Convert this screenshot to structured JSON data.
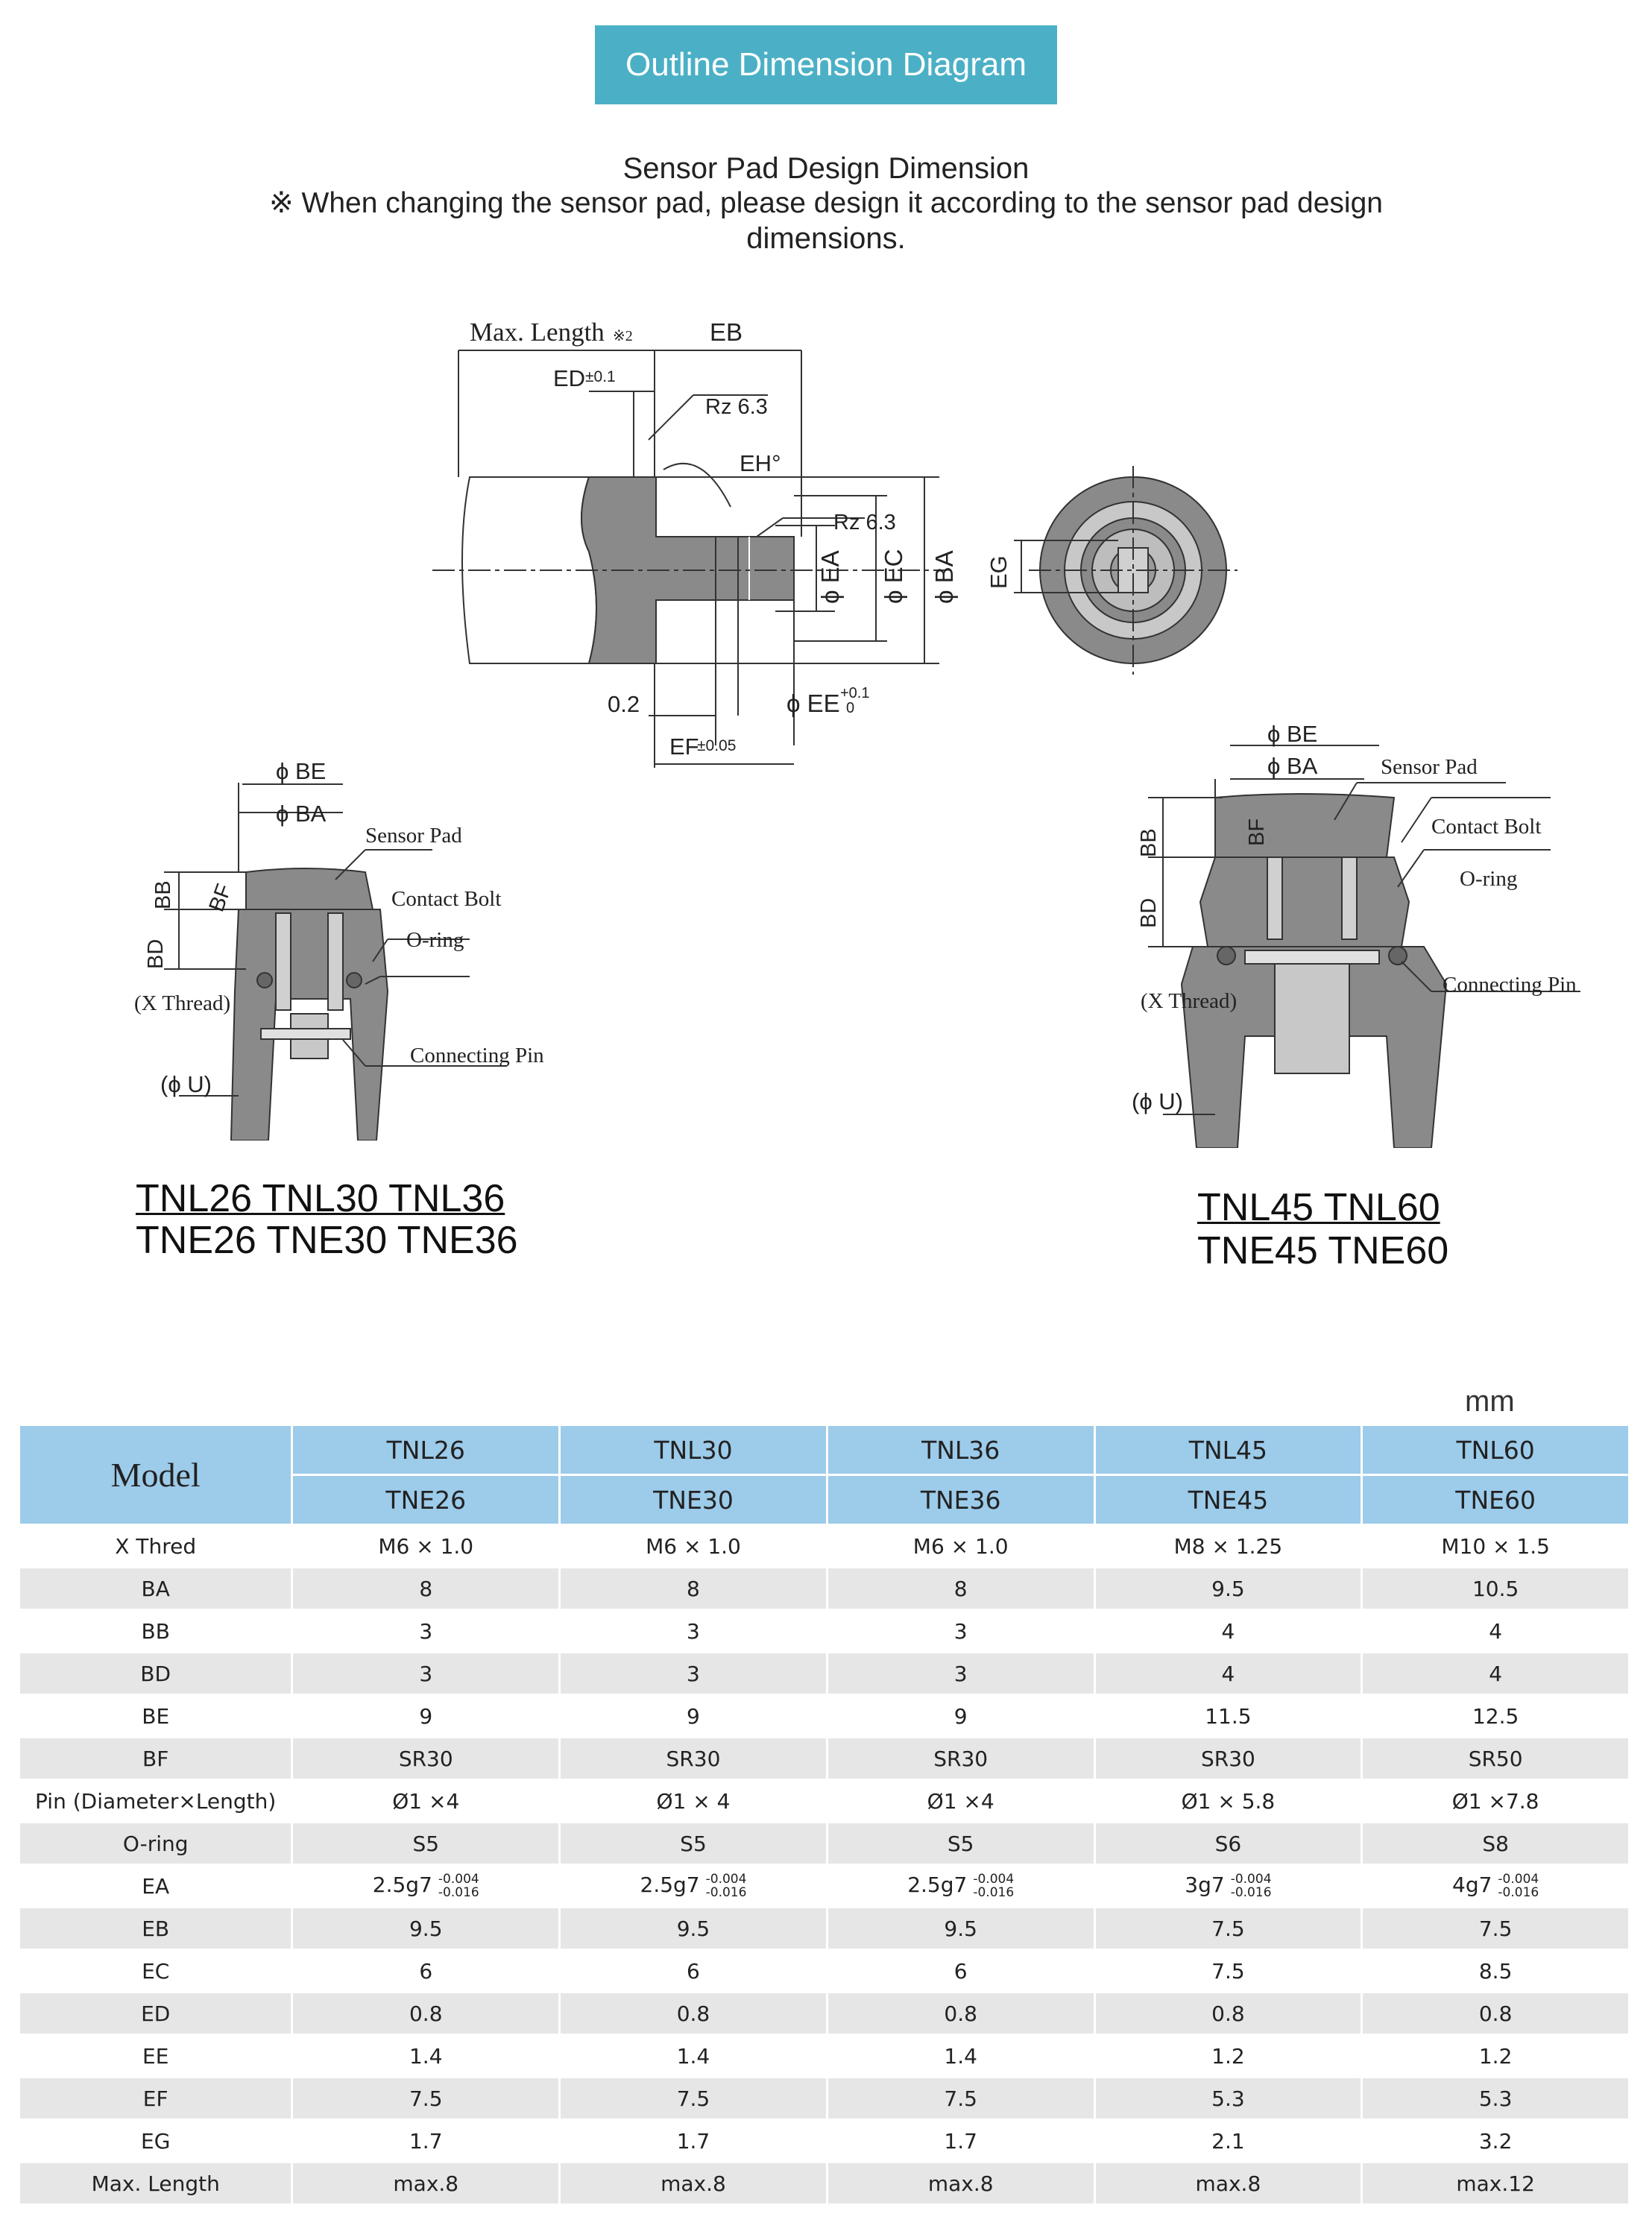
{
  "banner": "Outline Dimension Diagram",
  "subtitle": {
    "line1": "Sensor Pad Design Dimension",
    "line2": "※ When changing the sensor pad, please design it according to the sensor pad design",
    "line3": "dimensions."
  },
  "diagram_top": {
    "max_length": "Max. Length",
    "note2": "※2",
    "eb": "EB",
    "ed": "ED",
    "ed_tol": "±0.1",
    "rz1": "Rz 6.3",
    "eh": "EH°",
    "rz2": "Rz 6.3",
    "ea": "ϕ EA",
    "ec": "ϕ EC",
    "ba": "ϕ BA",
    "eg": "EG",
    "dim_02": "0.2",
    "ee": "ϕ EE",
    "ee_tol_up": "+0.1",
    "ee_tol_lo": "0",
    "ef": "EF",
    "ef_tol": "±0.05"
  },
  "diagram_left": {
    "be": "ϕ BE",
    "ba": "ϕ BA",
    "sensor_pad": "Sensor Pad",
    "bb": "BB",
    "bd": "BD",
    "bf": "BF",
    "contact_bolt": "Contact Bolt",
    "o_ring": "O-ring",
    "x_thread": "(X Thread)",
    "connecting_pin": "Connecting Pin",
    "u": "(ϕ U)",
    "models_line1": "TNL26 TNL30 TNL36",
    "models_line2": "TNE26 TNE30 TNE36"
  },
  "diagram_right": {
    "be": "ϕ BE",
    "ba": "ϕ BA",
    "sensor_pad": "Sensor Pad",
    "bb": "BB",
    "bd": "BD",
    "bf": "BF",
    "contact_bolt": "Contact Bolt",
    "o_ring": "O-ring",
    "x_thread": "(X Thread)",
    "connecting_pin": "Connecting Pin",
    "u": "(ϕ U)",
    "models_line1": "TNL45  TNL60",
    "models_line2": "TNE45  TNE60"
  },
  "table": {
    "unit": "mm",
    "model_label": "Model",
    "tnl": [
      "TNL26",
      "TNL30",
      "TNL36",
      "TNL45",
      "TNL60"
    ],
    "tne": [
      "TNE26",
      "TNE30",
      "TNE36",
      "TNE45",
      "TNE60"
    ],
    "rows": [
      {
        "label": "X Thred",
        "values": [
          "M6 × 1.0",
          "M6 × 1.0",
          "M6 × 1.0",
          "M8 × 1.25",
          "M10 × 1.5"
        ]
      },
      {
        "label": "BA",
        "values": [
          "8",
          "8",
          "8",
          "9.5",
          "10.5"
        ]
      },
      {
        "label": "BB",
        "values": [
          "3",
          "3",
          "3",
          "4",
          "4"
        ]
      },
      {
        "label": "BD",
        "values": [
          "3",
          "3",
          "3",
          "4",
          "4"
        ]
      },
      {
        "label": "BE",
        "values": [
          "9",
          "9",
          "9",
          "11.5",
          "12.5"
        ]
      },
      {
        "label": "BF",
        "values": [
          "SR30",
          "SR30",
          "SR30",
          "SR30",
          "SR50"
        ]
      },
      {
        "label": "Pin (Diameter×Length)",
        "values": [
          "Ø1 ×4",
          "Ø1 × 4",
          "Ø1 ×4",
          "Ø1 × 5.8",
          "Ø1 ×7.8"
        ]
      },
      {
        "label": "O-ring",
        "values": [
          "S5",
          "S5",
          "S5",
          "S6",
          "S8"
        ]
      },
      {
        "label": "EA",
        "values": [
          "2.5g7",
          "2.5g7",
          "2.5g7",
          "3g7",
          "4g7"
        ],
        "tol_upper": "-0.004",
        "tol_lower": "-0.016"
      },
      {
        "label": "EB",
        "values": [
          "9.5",
          "9.5",
          "9.5",
          "7.5",
          "7.5"
        ]
      },
      {
        "label": "EC",
        "values": [
          "6",
          "6",
          "6",
          "7.5",
          "8.5"
        ]
      },
      {
        "label": "ED",
        "values": [
          "0.8",
          "0.8",
          "0.8",
          "0.8",
          "0.8"
        ]
      },
      {
        "label": "EE",
        "values": [
          "1.4",
          "1.4",
          "1.4",
          "1.2",
          "1.2"
        ]
      },
      {
        "label": "EF",
        "values": [
          "7.5",
          "7.5",
          "7.5",
          "5.3",
          "5.3"
        ]
      },
      {
        "label": "EG",
        "values": [
          "1.7",
          "1.7",
          "1.7",
          "2.1",
          "3.2"
        ]
      },
      {
        "label": "Max. Length",
        "values": [
          "max.8",
          "max.8",
          "max.8",
          "max.8",
          "max.12"
        ]
      }
    ]
  }
}
